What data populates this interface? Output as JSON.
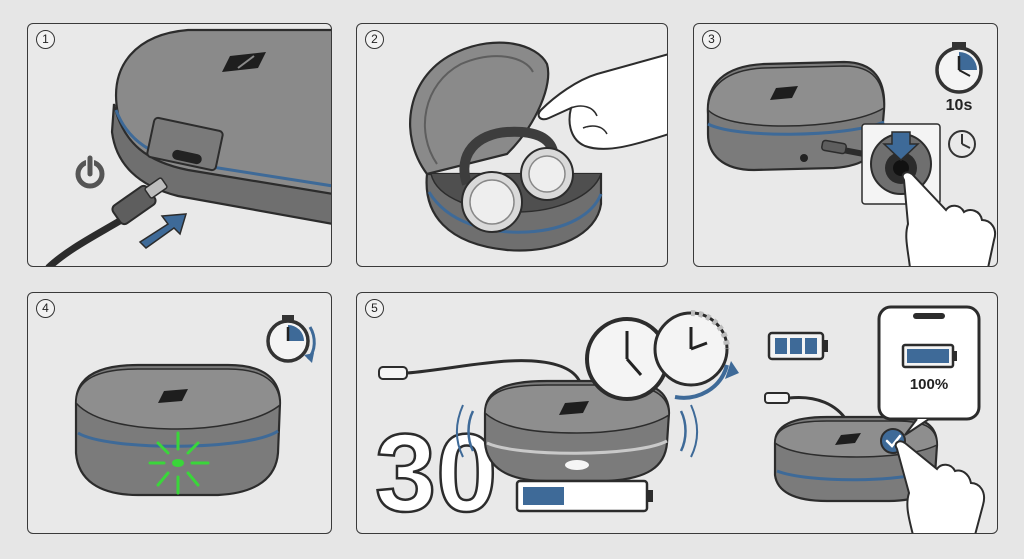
{
  "steps": [
    {
      "number": "1"
    },
    {
      "number": "2"
    },
    {
      "number": "3",
      "timer_text": "10s"
    },
    {
      "number": "4"
    },
    {
      "number": "5",
      "big_number": "30",
      "phone_percent": "100%"
    }
  ],
  "colors": {
    "case_body": "#7b7b7b",
    "case_top": "#8e8e8e",
    "accent_blue": "#3e6a98",
    "status_green": "#3ad63a",
    "outline": "#2c2c2c"
  },
  "icons": [
    "power-icon",
    "usb-c-cable-icon",
    "arrow-icon",
    "headphones-icon",
    "hand-icon",
    "stopwatch-icon",
    "clock-icon",
    "battery-icon",
    "phone-icon",
    "checkmark-icon",
    "led-icon"
  ],
  "battery_bar_level": 0.35,
  "battery_icon_level": 1.0,
  "phone_battery_level": 1.0
}
